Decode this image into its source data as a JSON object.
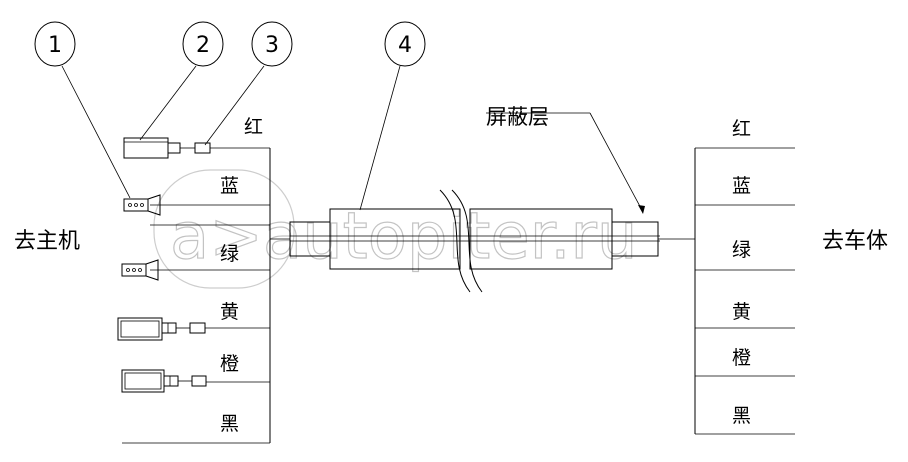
{
  "left_label": "去主机",
  "right_label": "去车体",
  "shield_label": "屏蔽层",
  "callouts": [
    "1",
    "2",
    "3",
    "4"
  ],
  "left_wires": [
    "红",
    "蓝",
    "绿",
    "黄",
    "橙",
    "黑"
  ],
  "right_wires": [
    "红",
    "蓝",
    "绿",
    "黄",
    "橙",
    "黑"
  ],
  "watermark": "a>autopiter.ru"
}
